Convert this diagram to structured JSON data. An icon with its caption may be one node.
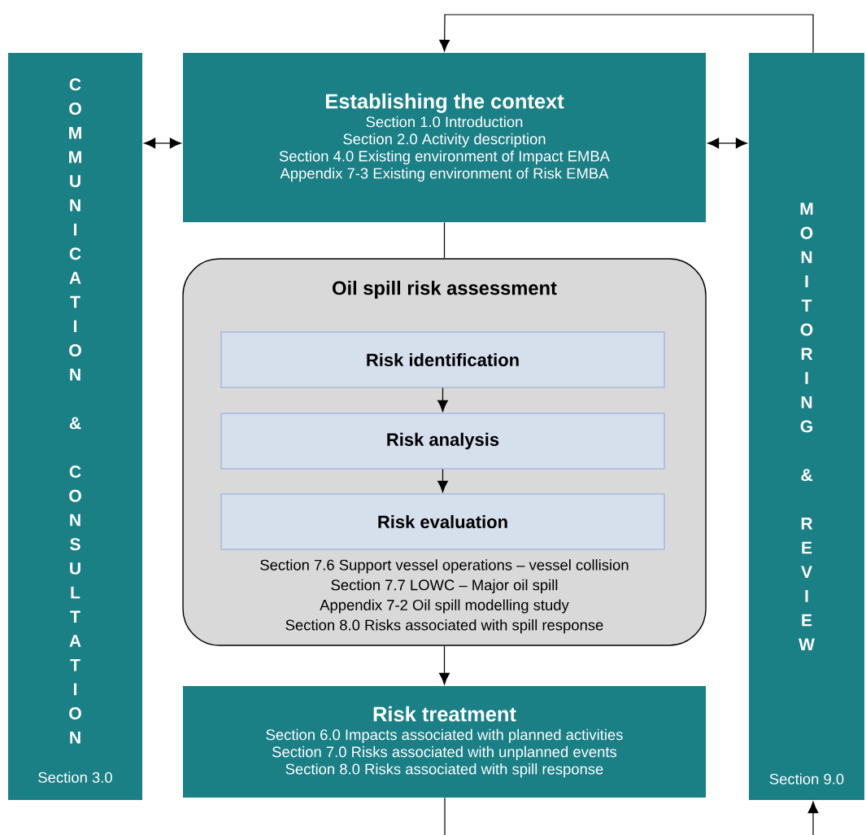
{
  "diagram": {
    "nodes": [
      {
        "text": [
          "COMMUNICATION & CONSULTATION",
          "Section 3.0"
        ]
      },
      {
        "text": [
          "Establishing the context",
          "Section 1.0 Introduction",
          "Section 2.0 Activity description",
          "Section 4.0 Existing environment of Impact EMBA",
          "Appendix 7-3 Existing environment of Risk EMBA"
        ]
      },
      {
        "text": [
          "MONITORING & REVIEW",
          "Section 9.0"
        ]
      },
      {
        "text": [
          "Oil spill risk assessment",
          "Section 7.6 Support vessel operations – vessel collision",
          "Section 7.7 LOWC – Major oil spill",
          "Appendix 7-2 Oil spill modelling study",
          "Section 8.0 Risks associated with spill response"
        ]
      },
      {
        "text": [
          "Risk identification"
        ],
        "in": 3
      },
      {
        "text": [
          "Risk analysis"
        ],
        "in": 3
      },
      {
        "text": [
          "Risk evaluation"
        ],
        "in": 3
      },
      {
        "text": [
          "Risk treatment",
          "Section 6.0 Impacts associated with planned activities",
          "Section 7.0 Risks associated with unplanned events",
          "Section 8.0 Risks associated with spill response"
        ]
      }
    ],
    "edges": [
      {
        "from": 0,
        "to": 1,
        "arrow": "both"
      },
      {
        "from": 1,
        "to": 2,
        "arrow": "both"
      },
      {
        "from": 1,
        "to": 3,
        "arrow": "none"
      },
      {
        "from": 4,
        "to": 5,
        "arrow": "to"
      },
      {
        "from": 5,
        "to": 6,
        "arrow": "to"
      },
      {
        "from": 3,
        "to": 7,
        "arrow": "to"
      },
      {
        "from": 2,
        "to": 1,
        "arrow": "to"
      },
      {
        "from": 7,
        "to": 2,
        "arrow": "to"
      }
    ]
  }
}
